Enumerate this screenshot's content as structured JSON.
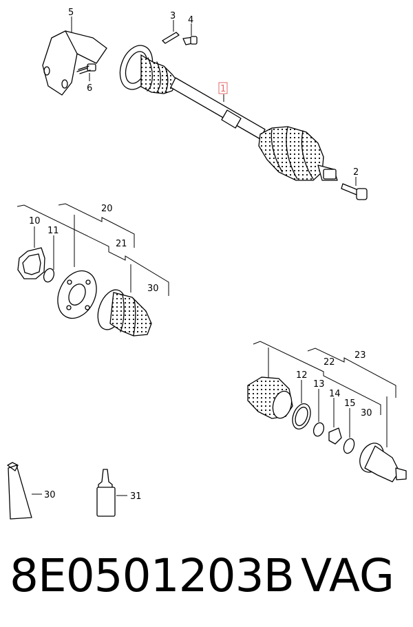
{
  "callouts": {
    "c1": "1",
    "c2": "2",
    "c3": "3",
    "c4": "4",
    "c5": "5",
    "c6": "6",
    "c10": "10",
    "c11": "11",
    "c12": "12",
    "c13": "13",
    "c14": "14",
    "c15": "15",
    "c20": "20",
    "c21": "21",
    "c22": "22",
    "c23": "23",
    "c30a": "30",
    "c30b": "30",
    "c30c": "30",
    "c31": "31"
  },
  "footer": {
    "part_number": "8E0501203B",
    "brand": "VAG"
  },
  "colors": {
    "line": "#000000",
    "highlight": "#e06a6a",
    "background": "#ffffff"
  }
}
